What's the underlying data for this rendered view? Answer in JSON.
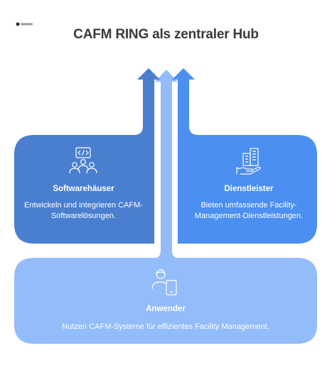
{
  "header": {
    "title": "CAFM RING als zentraler Hub"
  },
  "logo": {
    "icon": "company-logo",
    "color": "#2a2a2a"
  },
  "boxes": {
    "softwarehaeuser": {
      "title": "Softwarehäuser",
      "description": "Entwickeln und integrieren CAFM-Softwarelösungen.",
      "icon": "developers-icon",
      "color": "#4a7fd0"
    },
    "dienstleister": {
      "title": "Dienstleister",
      "description": "Bieten umfassende Facility-Management-Dienstleistungen.",
      "icon": "building-hand-icon",
      "color": "#4b8ff0"
    },
    "anwender": {
      "title": "Anwender",
      "description": "Nutzen CAFM-Systeme für effizientes Facility Management.",
      "icon": "user-tablet-icon",
      "color": "#93bcfb"
    }
  }
}
